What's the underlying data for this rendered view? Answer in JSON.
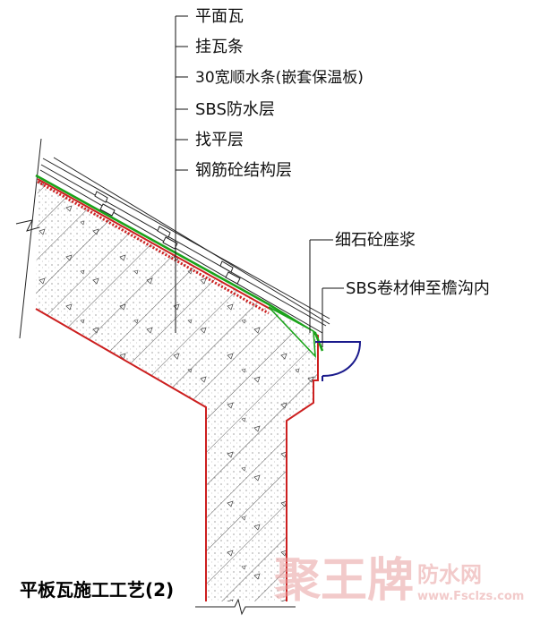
{
  "labels": [
    "平面瓦",
    "挂瓦条",
    "30宽顺水条(嵌套保温板)",
    "SBS防水层",
    "找平层",
    "钢筋砼结构层"
  ],
  "callouts": {
    "mortar": "细石砼座浆",
    "membrane": "SBS卷材伸至檐沟内"
  },
  "caption": "平板瓦施工工艺(2)",
  "watermark": {
    "brand": "聚王牌",
    "suffix": "防水网",
    "url": "www.Fsclzs.com"
  },
  "colors": {
    "outline": "#cc1f1f",
    "membrane": "#1aa31a",
    "gutter": "#1a1a8c",
    "line": "#111111",
    "watermark": "#e8a0a0"
  }
}
